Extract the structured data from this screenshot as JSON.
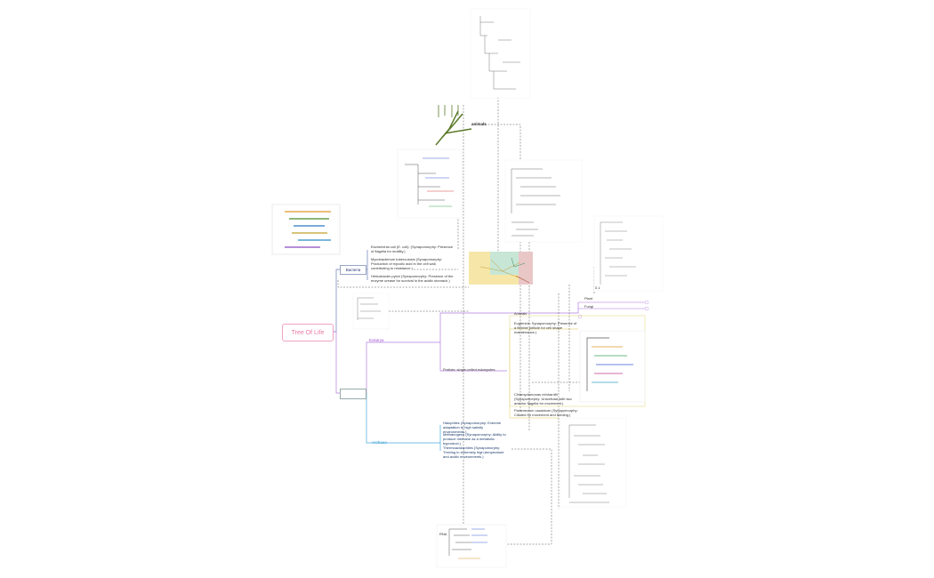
{
  "root": {
    "label": "Tree Of Life"
  },
  "bacteria": {
    "label": "Bacteria",
    "notes": [
      "Escherichia coli (E. coli): (Synapomorphy: Presence of flagella for motility.)",
      "Mycobacterium tuberculosis (Synapomorphy: Production of mycolic acid in the cell wall, contributing to resistance.)",
      "Helicobacter pylori (Synapomorphy: Presence of the enzyme urease for survival in the acidic stomach.)"
    ]
  },
  "eukarya": {
    "label": "Eukarya",
    "protists": "Protists: single-celled eukaryotes",
    "euglenids": "Euglenids: Synapomorphy: Presence of a flexible pellicle for cell shape maintenance.)",
    "chlamydomonas": "Chlamydomonas reinhardtii (Synapomorphy: Unicellular with two anterior flagella for movement.)",
    "paramecium": "Paramecium caudatum (Synapomorphy: Ciliated for movement and feeding.)",
    "kingdoms": {
      "animals": "Animals",
      "plant": "Plant",
      "fungi": "Fungi"
    }
  },
  "archaea": {
    "label": "Archaea",
    "notes": [
      "Halophiles (Synapomorphy: Extreme adaptation to high salinity environments.)",
      "Methanogens (Synapomorphy: Ability to produce methane as a metabolic byproduct.)",
      "Thermoacidophiles (Synapomorphy: Thriving in extremely high-temperature and acidic environments.)"
    ]
  },
  "animals_label": "animals",
  "tree_caption": "0.1",
  "tree_scale": "RNA",
  "colors": {
    "root": "#e879a6",
    "bacteria_line": "#6b7db3",
    "eukarya_line": "#b27ee0",
    "archaea_line": "#48a8dc",
    "dashed": "#555555",
    "yellow_border": "#e8d98a"
  }
}
